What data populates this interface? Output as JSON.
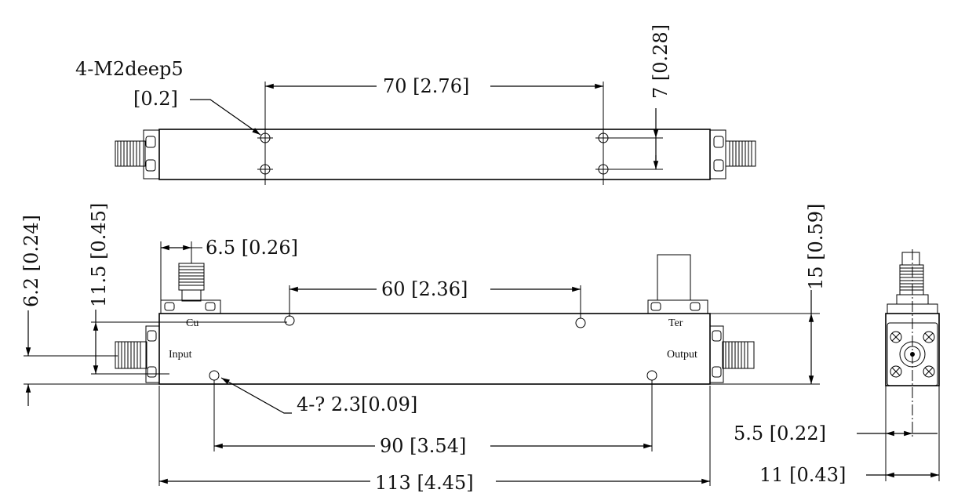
{
  "top_view": {
    "thread_note": "4-M2deep5",
    "thread_note_imperial": "[0.2]",
    "hole_spacing": "70 [2.76]",
    "hole_pitch_vertical": "7 [0.28]"
  },
  "front_view": {
    "coupled_port_offset": "6.5 [0.26]",
    "mount_hole_spacing_top": "60 [2.36]",
    "height": "15 [0.59]",
    "coupled_port_height": "11.5 [0.45]",
    "port_height": "6.2 [0.24]",
    "mount_hole_note": "4-? 2.3[0.09]",
    "mount_hole_spacing_bottom": "90 [3.54]",
    "overall_length": "113 [4.45]",
    "labels": {
      "cu": "Cu",
      "ter": "Ter",
      "input": "Input",
      "output": "Output"
    }
  },
  "side_view": {
    "connector_offset": "5.5 [0.22]",
    "width": "11 [0.43]"
  }
}
